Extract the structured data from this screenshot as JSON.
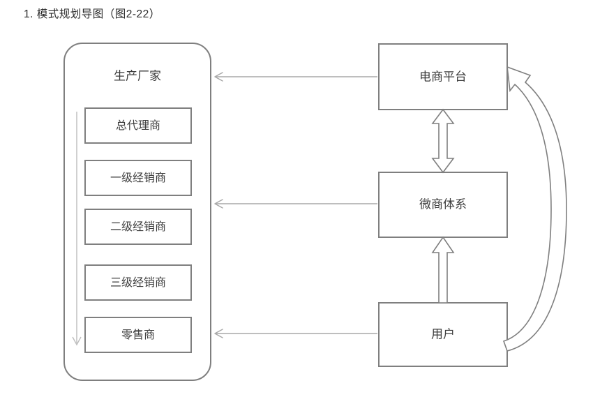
{
  "page": {
    "title": "1. 模式规划导图（图2-22）"
  },
  "diagram": {
    "type": "flow-diagram",
    "colors": {
      "box_stroke": "#7f7f7f",
      "box_fill": "#ffffff",
      "thin_arrow": "#a8a8a8",
      "flow_arrow": "#bdbdbd",
      "text": "#3c3c3c",
      "background": "#ffffff"
    },
    "left_group": {
      "heading": "生产厂家",
      "items": [
        {
          "label": "总代理商"
        },
        {
          "label": "一级经销商"
        },
        {
          "label": "二级经销商"
        },
        {
          "label": "三级经销商"
        },
        {
          "label": "零售商"
        }
      ],
      "flow_arrow_direction": "down",
      "flow_arrow_name": "distribution-chain-down-arrow"
    },
    "right_nodes": [
      {
        "id": "ecommerce",
        "label": "电商平台"
      },
      {
        "id": "weishang",
        "label": "微商体系"
      },
      {
        "id": "user",
        "label": "用户"
      }
    ],
    "connectors": [
      {
        "id": "ecommerce-to-group",
        "from": "电商平台",
        "to": "生产厂家",
        "style": "thin-line",
        "direction": "left"
      },
      {
        "id": "weishang-to-group",
        "from": "微商体系",
        "to": "生产厂家",
        "style": "thin-line",
        "direction": "left"
      },
      {
        "id": "user-to-group",
        "from": "用户",
        "to": "零售商",
        "style": "thin-line",
        "direction": "left"
      },
      {
        "id": "ecommerce-weishang",
        "from": "电商平台",
        "to": "微商体系",
        "style": "block-arrow",
        "direction": "both"
      },
      {
        "id": "user-to-weishang",
        "from": "用户",
        "to": "微商体系",
        "style": "block-arrow",
        "direction": "up"
      },
      {
        "id": "user-to-ecommerce",
        "from": "用户",
        "to": "电商平台",
        "style": "curved-block-arrow",
        "direction": "up"
      }
    ]
  }
}
